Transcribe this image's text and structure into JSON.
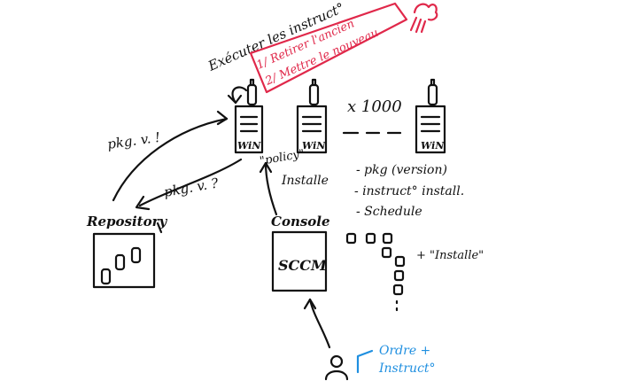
{
  "red_note": {
    "title": "Exécuter les instruct°",
    "line1": "1/ Retirer l'ancien",
    "line2": "2/ Mettre le nouveau"
  },
  "workstation_label": "WiN",
  "count_label": "x 1000",
  "arrow_labels": {
    "pkg_left": "pkg. v. !",
    "pkg_query": "pkg. v. ?",
    "policy": "\"policy\"",
    "installe": "Installe"
  },
  "policy_list": {
    "item1": "- pkg (version)",
    "item2": "- instruct° install.",
    "item3": "- Schedule"
  },
  "repository_label": "Repository",
  "console_label": "Console",
  "sccm_label": "SCCM",
  "queue_label": "+ \"Installe\"",
  "blue_note": {
    "line1": "Ordre +",
    "line2": "Instruct°"
  },
  "colors": {
    "ink": "#111111",
    "red": "#e0284a",
    "blue": "#1f8fe0"
  }
}
